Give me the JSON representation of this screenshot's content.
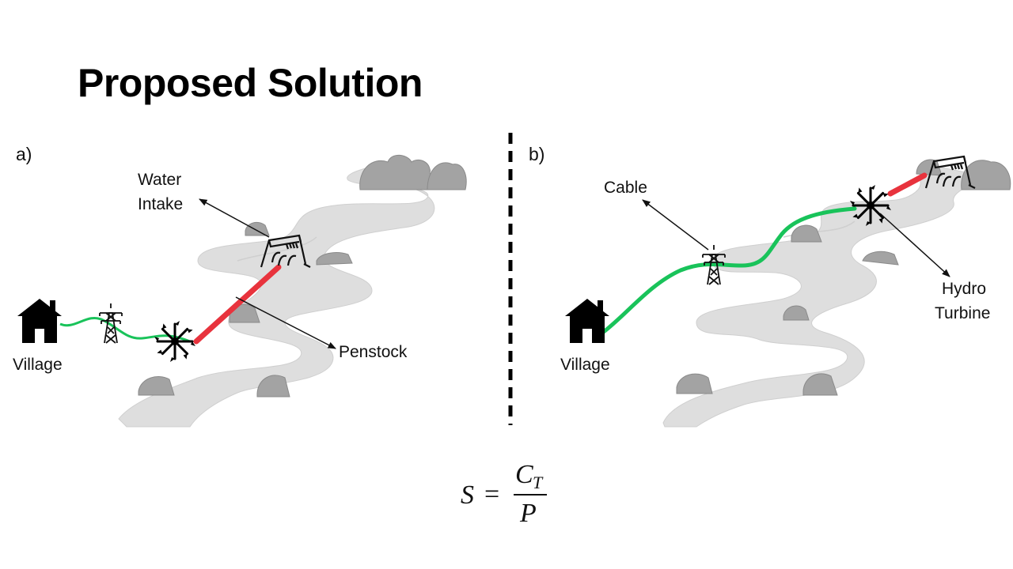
{
  "title": "Proposed Solution",
  "panel_a": {
    "label": "a)",
    "water_intake_line1": "Water",
    "water_intake_line2": "Intake",
    "penstock": "Penstock",
    "village": "Village"
  },
  "panel_b": {
    "label": "b)",
    "cable": "Cable",
    "hydro_line1": "Hydro",
    "hydro_line2": "Turbine",
    "village": "Village"
  },
  "equation": {
    "lhs": "S",
    "equals": "=",
    "numerator": "C",
    "numerator_sub": "T",
    "denominator": "P"
  },
  "colors": {
    "cable": "#19c35a",
    "penstock": "#e8333d",
    "river": "#d9d9d9",
    "river_dark": "#c8c8c8",
    "rock": "#9a9a9a",
    "divider": "#000000"
  },
  "icons": [
    "house-icon",
    "transmission-tower-icon",
    "turbine-icon",
    "water-intake-icon",
    "rock-icon"
  ]
}
